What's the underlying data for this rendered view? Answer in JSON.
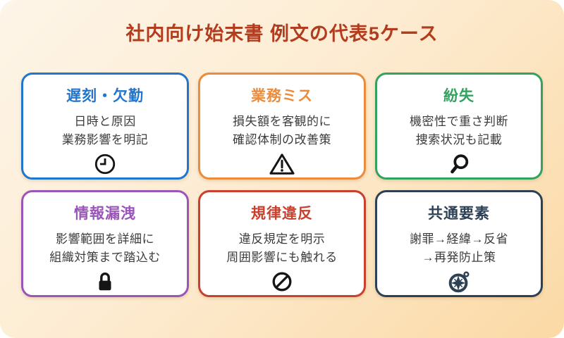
{
  "page": {
    "title": "社内向け始末書 例文の代表5ケース",
    "title_color": "#b23c1d",
    "background_from": "#fdf5e8",
    "background_to": "#fbd9a5"
  },
  "cards": [
    {
      "id": "late-absence",
      "title": "遅刻・欠勤",
      "color": "#2176cc",
      "line1": "日時と原因",
      "line2": "業務影響を明記",
      "icon": "clock-icon",
      "icon_color": "#151515"
    },
    {
      "id": "work-mistake",
      "title": "業務ミス",
      "color": "#ec8b3a",
      "line1": "損失額を客観的に",
      "line2": "確認体制の改善策",
      "icon": "warning-icon",
      "icon_color": "#151515"
    },
    {
      "id": "loss",
      "title": "紛失",
      "color": "#33a25f",
      "line1": "機密性で重さ判断",
      "line2": "捜索状況も記載",
      "icon": "search-icon",
      "icon_color": "#151515"
    },
    {
      "id": "info-leak",
      "title": "情報漏洩",
      "color": "#9a55b8",
      "line1": "影響範囲を詳細に",
      "line2": "組織対策まで踏込む",
      "icon": "lock-icon",
      "icon_color": "#151515"
    },
    {
      "id": "rule-violation",
      "title": "規律違反",
      "color": "#c8402e",
      "line1": "違反規定を明示",
      "line2": "周囲影響にも触れる",
      "icon": "prohibition-icon",
      "icon_color": "#151515"
    },
    {
      "id": "common-elements",
      "title": "共通要素",
      "color": "#2e4154",
      "line1": "謝罪→経緯→反省",
      "line2": "→再発防止策",
      "icon": "compass-icon",
      "icon_color": "#2e4154"
    }
  ]
}
